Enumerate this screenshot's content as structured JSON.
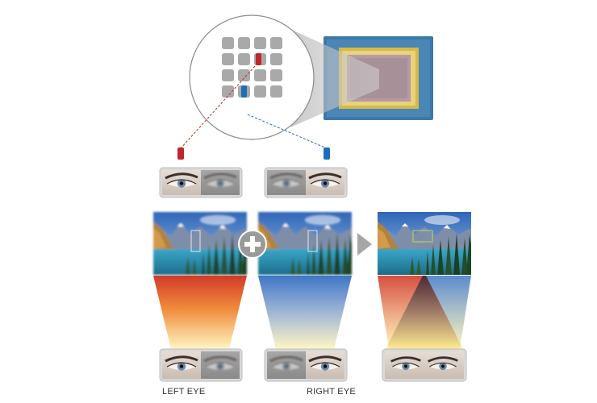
{
  "labels": {
    "left_eye": "LEFT EYE",
    "right_eye": "RIGHT EYE"
  },
  "sensor_grid": {
    "rows": 4,
    "cols": 4,
    "red_cell": [
      1,
      2
    ],
    "blue_cell": [
      3,
      1
    ]
  },
  "colors": {
    "pixel_gray": "#a9a9a9",
    "pixel_red": "#c0262b",
    "pixel_blue": "#1d6fb8",
    "chip_frame": "#3c78a8",
    "chip_gold": "#d8b84a",
    "chip_sensor": "#b39aa6",
    "warm_beam_top": "#d23a2a",
    "warm_beam_bottom": "#fff3b0",
    "cool_beam_top": "#3f76c6",
    "cool_beam_bottom": "#fff3b0",
    "operator_plus": "#9a9a9a",
    "operator_arrow": "#a6a6a6"
  },
  "icons": {
    "plus": "plus-icon",
    "arrow": "arrow-right-icon"
  }
}
